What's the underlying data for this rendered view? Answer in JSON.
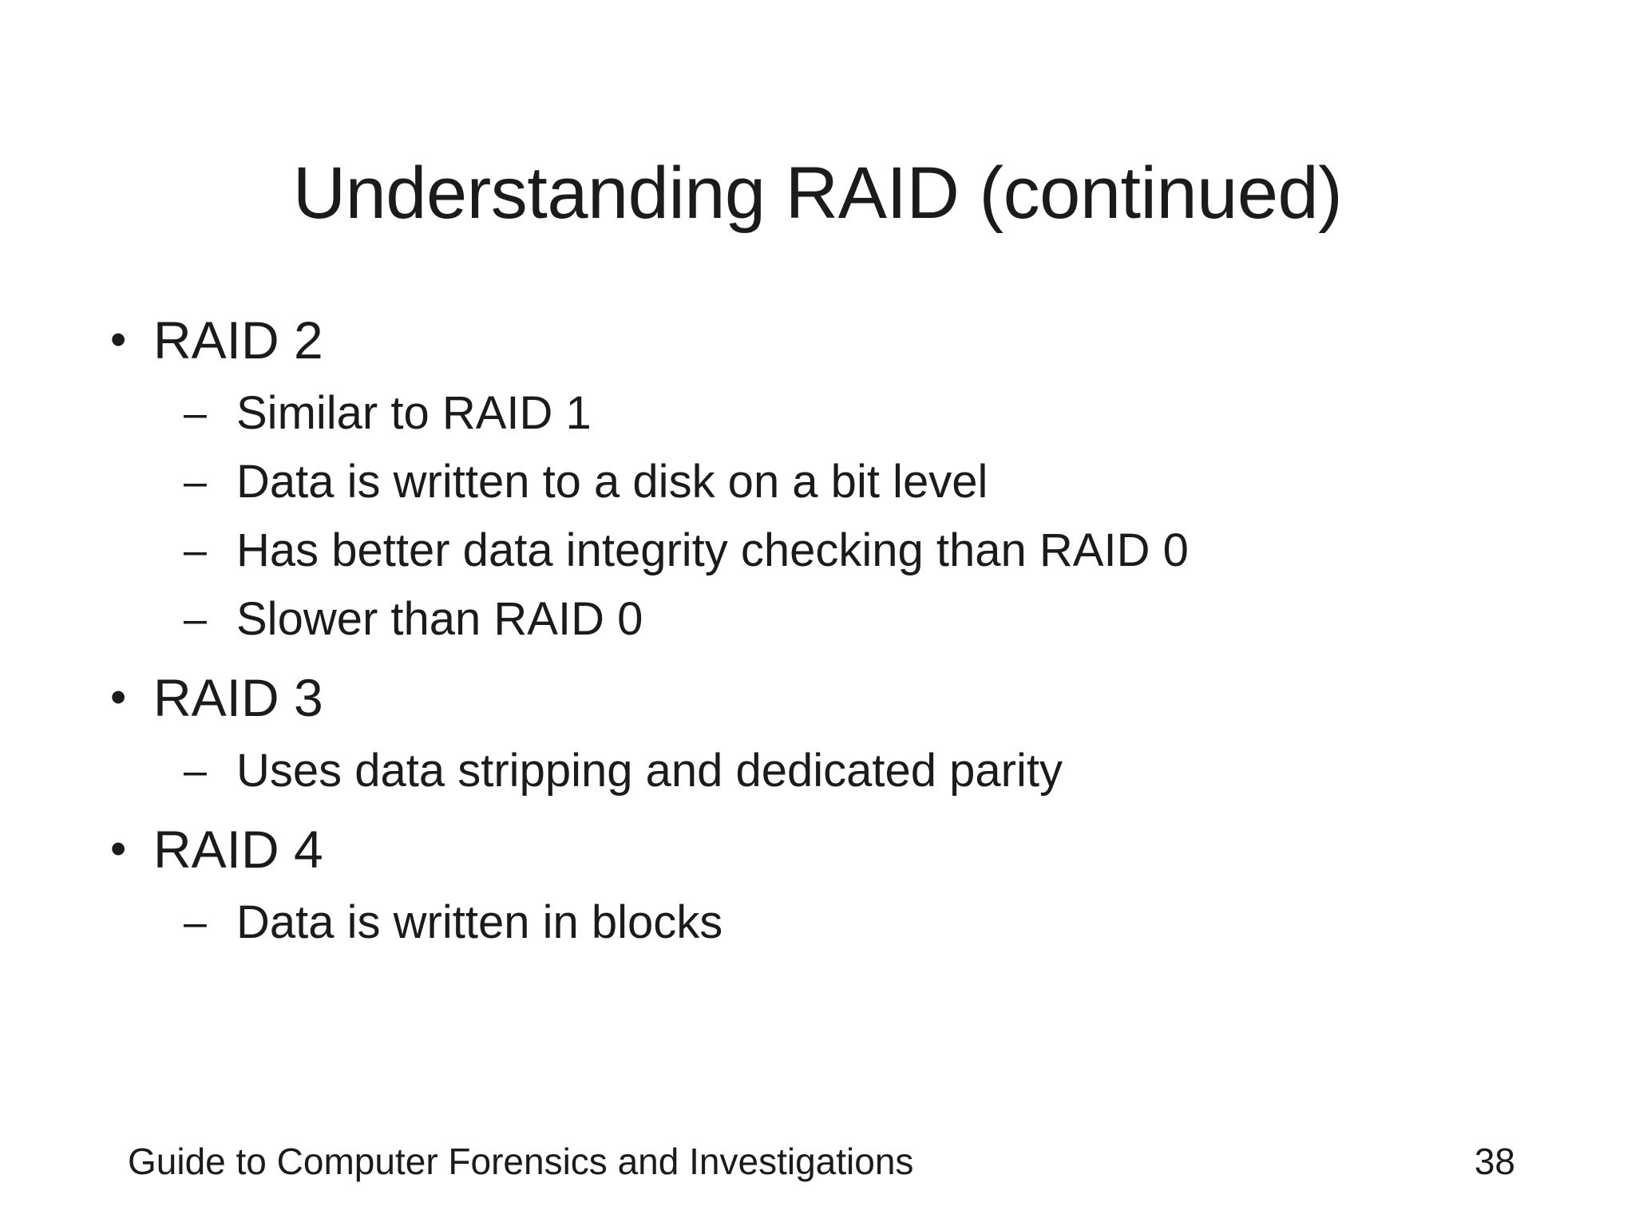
{
  "slide": {
    "title": "Understanding RAID (continued)",
    "bullet_glyph": "•",
    "dash_glyph": "–",
    "content": [
      {
        "level1": "RAID 2",
        "level2": [
          "Similar to RAID 1",
          "Data is written to a disk on a bit level",
          "Has better data integrity checking than RAID 0",
          "Slower than RAID 0"
        ]
      },
      {
        "level1": "RAID 3",
        "level2": [
          "Uses data stripping and dedicated parity"
        ]
      },
      {
        "level1": "RAID 4",
        "level2": [
          "Data is written in blocks"
        ]
      }
    ],
    "footer": {
      "text": "Guide to Computer Forensics and Investigations",
      "page_number": "38"
    },
    "colors": {
      "background": "#ffffff",
      "text": "#1b1b1b"
    }
  }
}
